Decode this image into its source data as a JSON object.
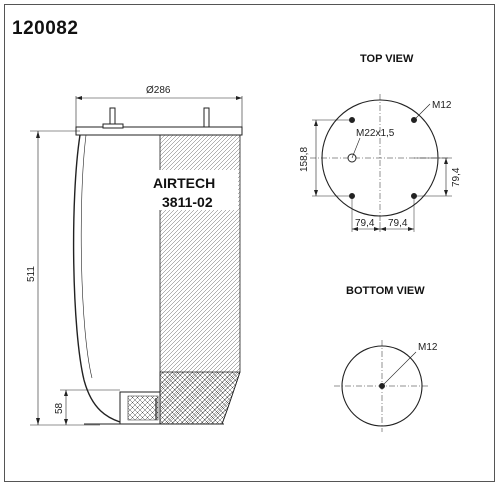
{
  "part_number": "120082",
  "top_view": {
    "heading": "TOP VIEW",
    "stud_label": "M12",
    "port_label": "M22x1,5",
    "dim_vertical_left": "158,8",
    "dim_vertical_right": "79,4",
    "dim_horizontal_left": "79,4",
    "dim_horizontal_right": "79,4"
  },
  "bottom_view": {
    "heading": "BOTTOM VIEW",
    "stud_label": "M12"
  },
  "side_view": {
    "diameter_label": "Ø286",
    "height_label": "511",
    "piston_height_label": "58",
    "brand": "AIRTECH",
    "model": "3811-02"
  }
}
